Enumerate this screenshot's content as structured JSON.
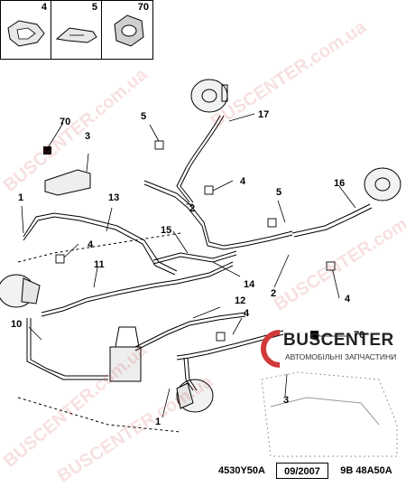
{
  "insets": [
    {
      "number": "4"
    },
    {
      "number": "5"
    },
    {
      "number": "70"
    }
  ],
  "callouts": [
    {
      "id": "c1a",
      "label": "1"
    },
    {
      "id": "c1b",
      "label": "1"
    },
    {
      "id": "c2a",
      "label": "2"
    },
    {
      "id": "c2b",
      "label": "2"
    },
    {
      "id": "c3a",
      "label": "3"
    },
    {
      "id": "c3b",
      "label": "3"
    },
    {
      "id": "c4a",
      "label": "4"
    },
    {
      "id": "c4b",
      "label": "4"
    },
    {
      "id": "c4c",
      "label": "4"
    },
    {
      "id": "c4d",
      "label": "4"
    },
    {
      "id": "c5a",
      "label": "5"
    },
    {
      "id": "c5b",
      "label": "5"
    },
    {
      "id": "c10",
      "label": "10"
    },
    {
      "id": "c11",
      "label": "11"
    },
    {
      "id": "c12",
      "label": "12"
    },
    {
      "id": "c13",
      "label": "13"
    },
    {
      "id": "c14",
      "label": "14"
    },
    {
      "id": "c15",
      "label": "15"
    },
    {
      "id": "c16",
      "label": "16"
    },
    {
      "id": "c17",
      "label": "17"
    },
    {
      "id": "c70a",
      "label": "70"
    },
    {
      "id": "c70b",
      "label": "70"
    }
  ],
  "footer": {
    "ref": "4530Y50A",
    "date": "09/2007",
    "code": "9B 48A50A"
  },
  "watermark": {
    "text": "BUSCENTER.com.ua"
  },
  "logo": {
    "name": "BUSCENTER",
    "subtitle": "АВТОМОБІЛЬНІ ЗАПЧАСТИНИ",
    "colors": {
      "brand": "#d23a3a",
      "text": "#222222"
    }
  }
}
